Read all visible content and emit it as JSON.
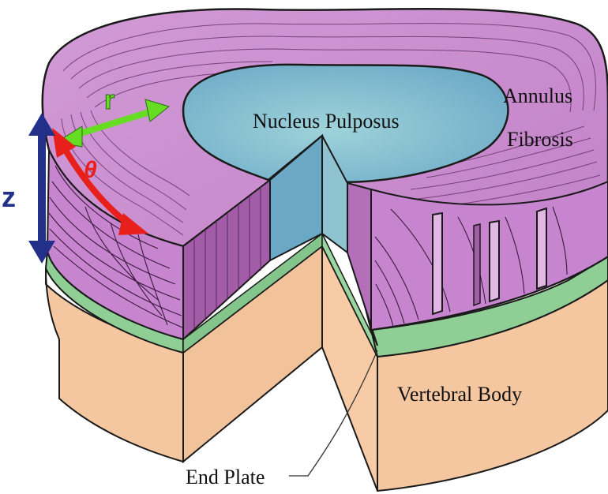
{
  "labels": {
    "nucleus": "Nucleus Pulposus",
    "annulus_line1": "Annulus",
    "annulus_line2": "Fibrosis",
    "vertebral_body": "Vertebral Body",
    "end_plate": "End Plate"
  },
  "axes": {
    "r": "r",
    "theta": "θ",
    "z": "z"
  },
  "colors": {
    "annulus": "#c885cf",
    "annulus_dark": "#a35ca8",
    "annulus_line": "#5a2a5e",
    "nucleus": "#7fb8c8",
    "nucleus_light": "#9ed0d8",
    "end_plate": "#8fcf95",
    "vertebral": "#f4c7a0",
    "outline": "#1a1a1a",
    "r_arrow": "#66dd22",
    "theta_arrow": "#e8201c",
    "z_arrow": "#22308a"
  }
}
